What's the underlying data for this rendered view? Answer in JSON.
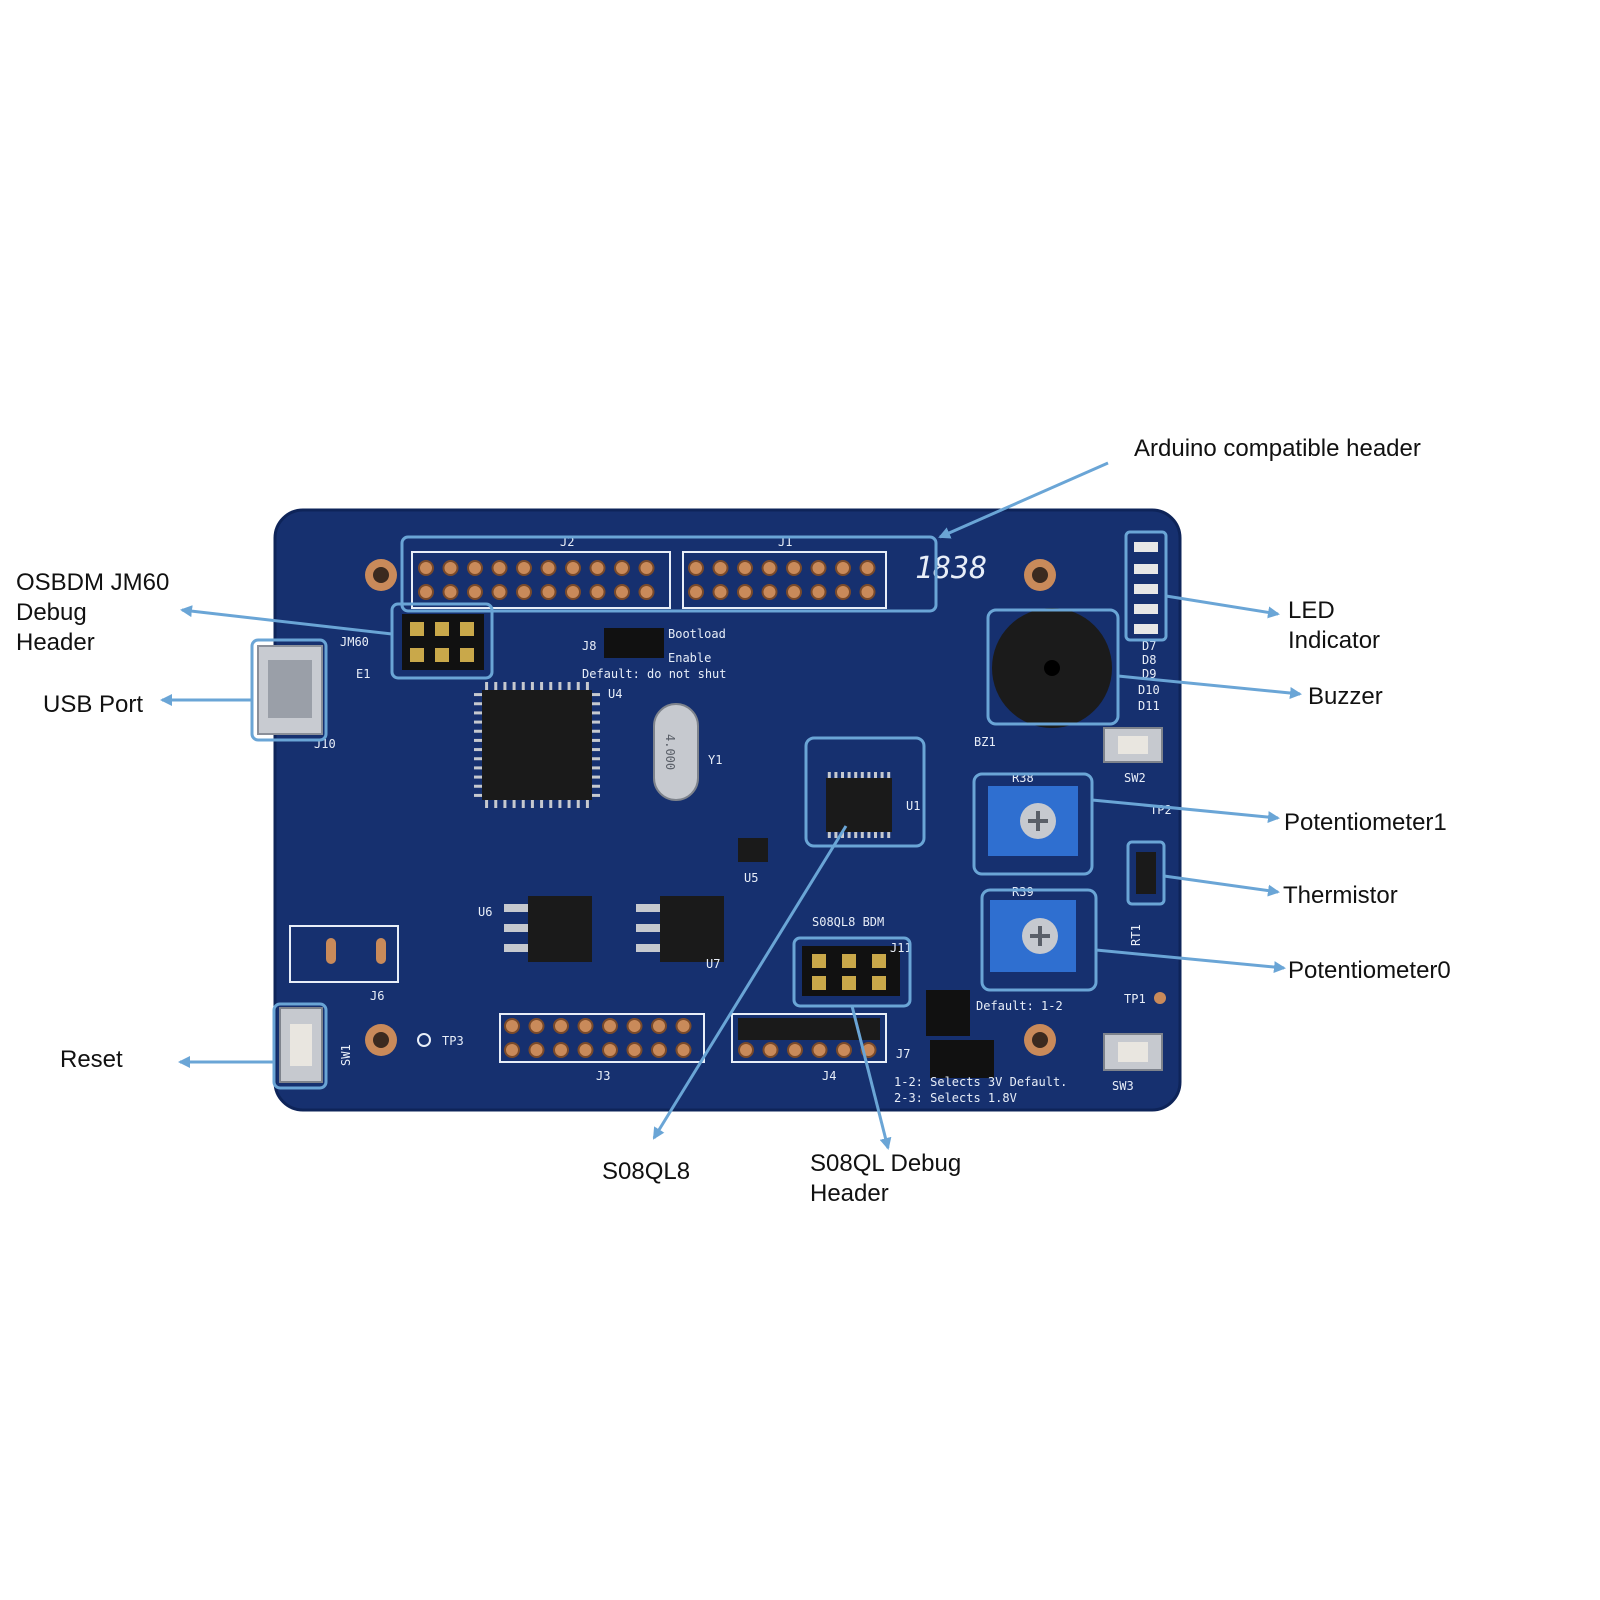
{
  "colors": {
    "board": "#16306f",
    "board_edge": "#0e2459",
    "callout": "#6aa5d6",
    "silkscreen": "#e8eef8",
    "copper": "#c98a5a",
    "potentiometer": "#2f6fd0"
  },
  "callouts": {
    "arduino": "Arduino compatible header",
    "osbdm": "OSBDM JM60\n Debug\nHeader",
    "usb": "USB Port",
    "led": "LED\nIndicator",
    "buzzer": "Buzzer",
    "pot1": "Potentiometer1",
    "thermistor": "Thermistor",
    "pot0": "Potentiometer0",
    "reset": "Reset",
    "mcu": "S08QL8",
    "debug": "S08QL Debug\nHeader"
  },
  "silkscreen": {
    "j2": "J2",
    "j1": "J1",
    "j3": "J3",
    "j4": "J4",
    "jm60": "JM60",
    "j8": "J8",
    "bootload": "Bootload",
    "enable": "Enable",
    "default_shut": "Default: do not shut",
    "u4": "U4",
    "y1": "Y1",
    "crystal": "4.000",
    "u1": "U1",
    "u5": "U5",
    "u6": "U6",
    "u7": "U7",
    "bz1": "BZ1",
    "sw1": "SW1",
    "sw2": "SW2",
    "sw3": "SW3",
    "tp1": "TP1",
    "tp2": "TP2",
    "tp3": "TP3",
    "j6": "J6",
    "j10": "J10",
    "e1": "E1",
    "s08ql8_bdm": "S08QL8  BDM",
    "j11": "J11",
    "j5_default": "Default: 1-2",
    "j7": "J7",
    "j7_line1": "1-2: Selects 3V Default.",
    "j7_line2": "2-3: Selects 1.8V",
    "r38": "R38",
    "r39": "R39",
    "rt1": "RT1",
    "date_code": "1838",
    "d7": "D7",
    "d8": "D8",
    "d9": "D9",
    "d10": "D10",
    "d11": "D11"
  }
}
